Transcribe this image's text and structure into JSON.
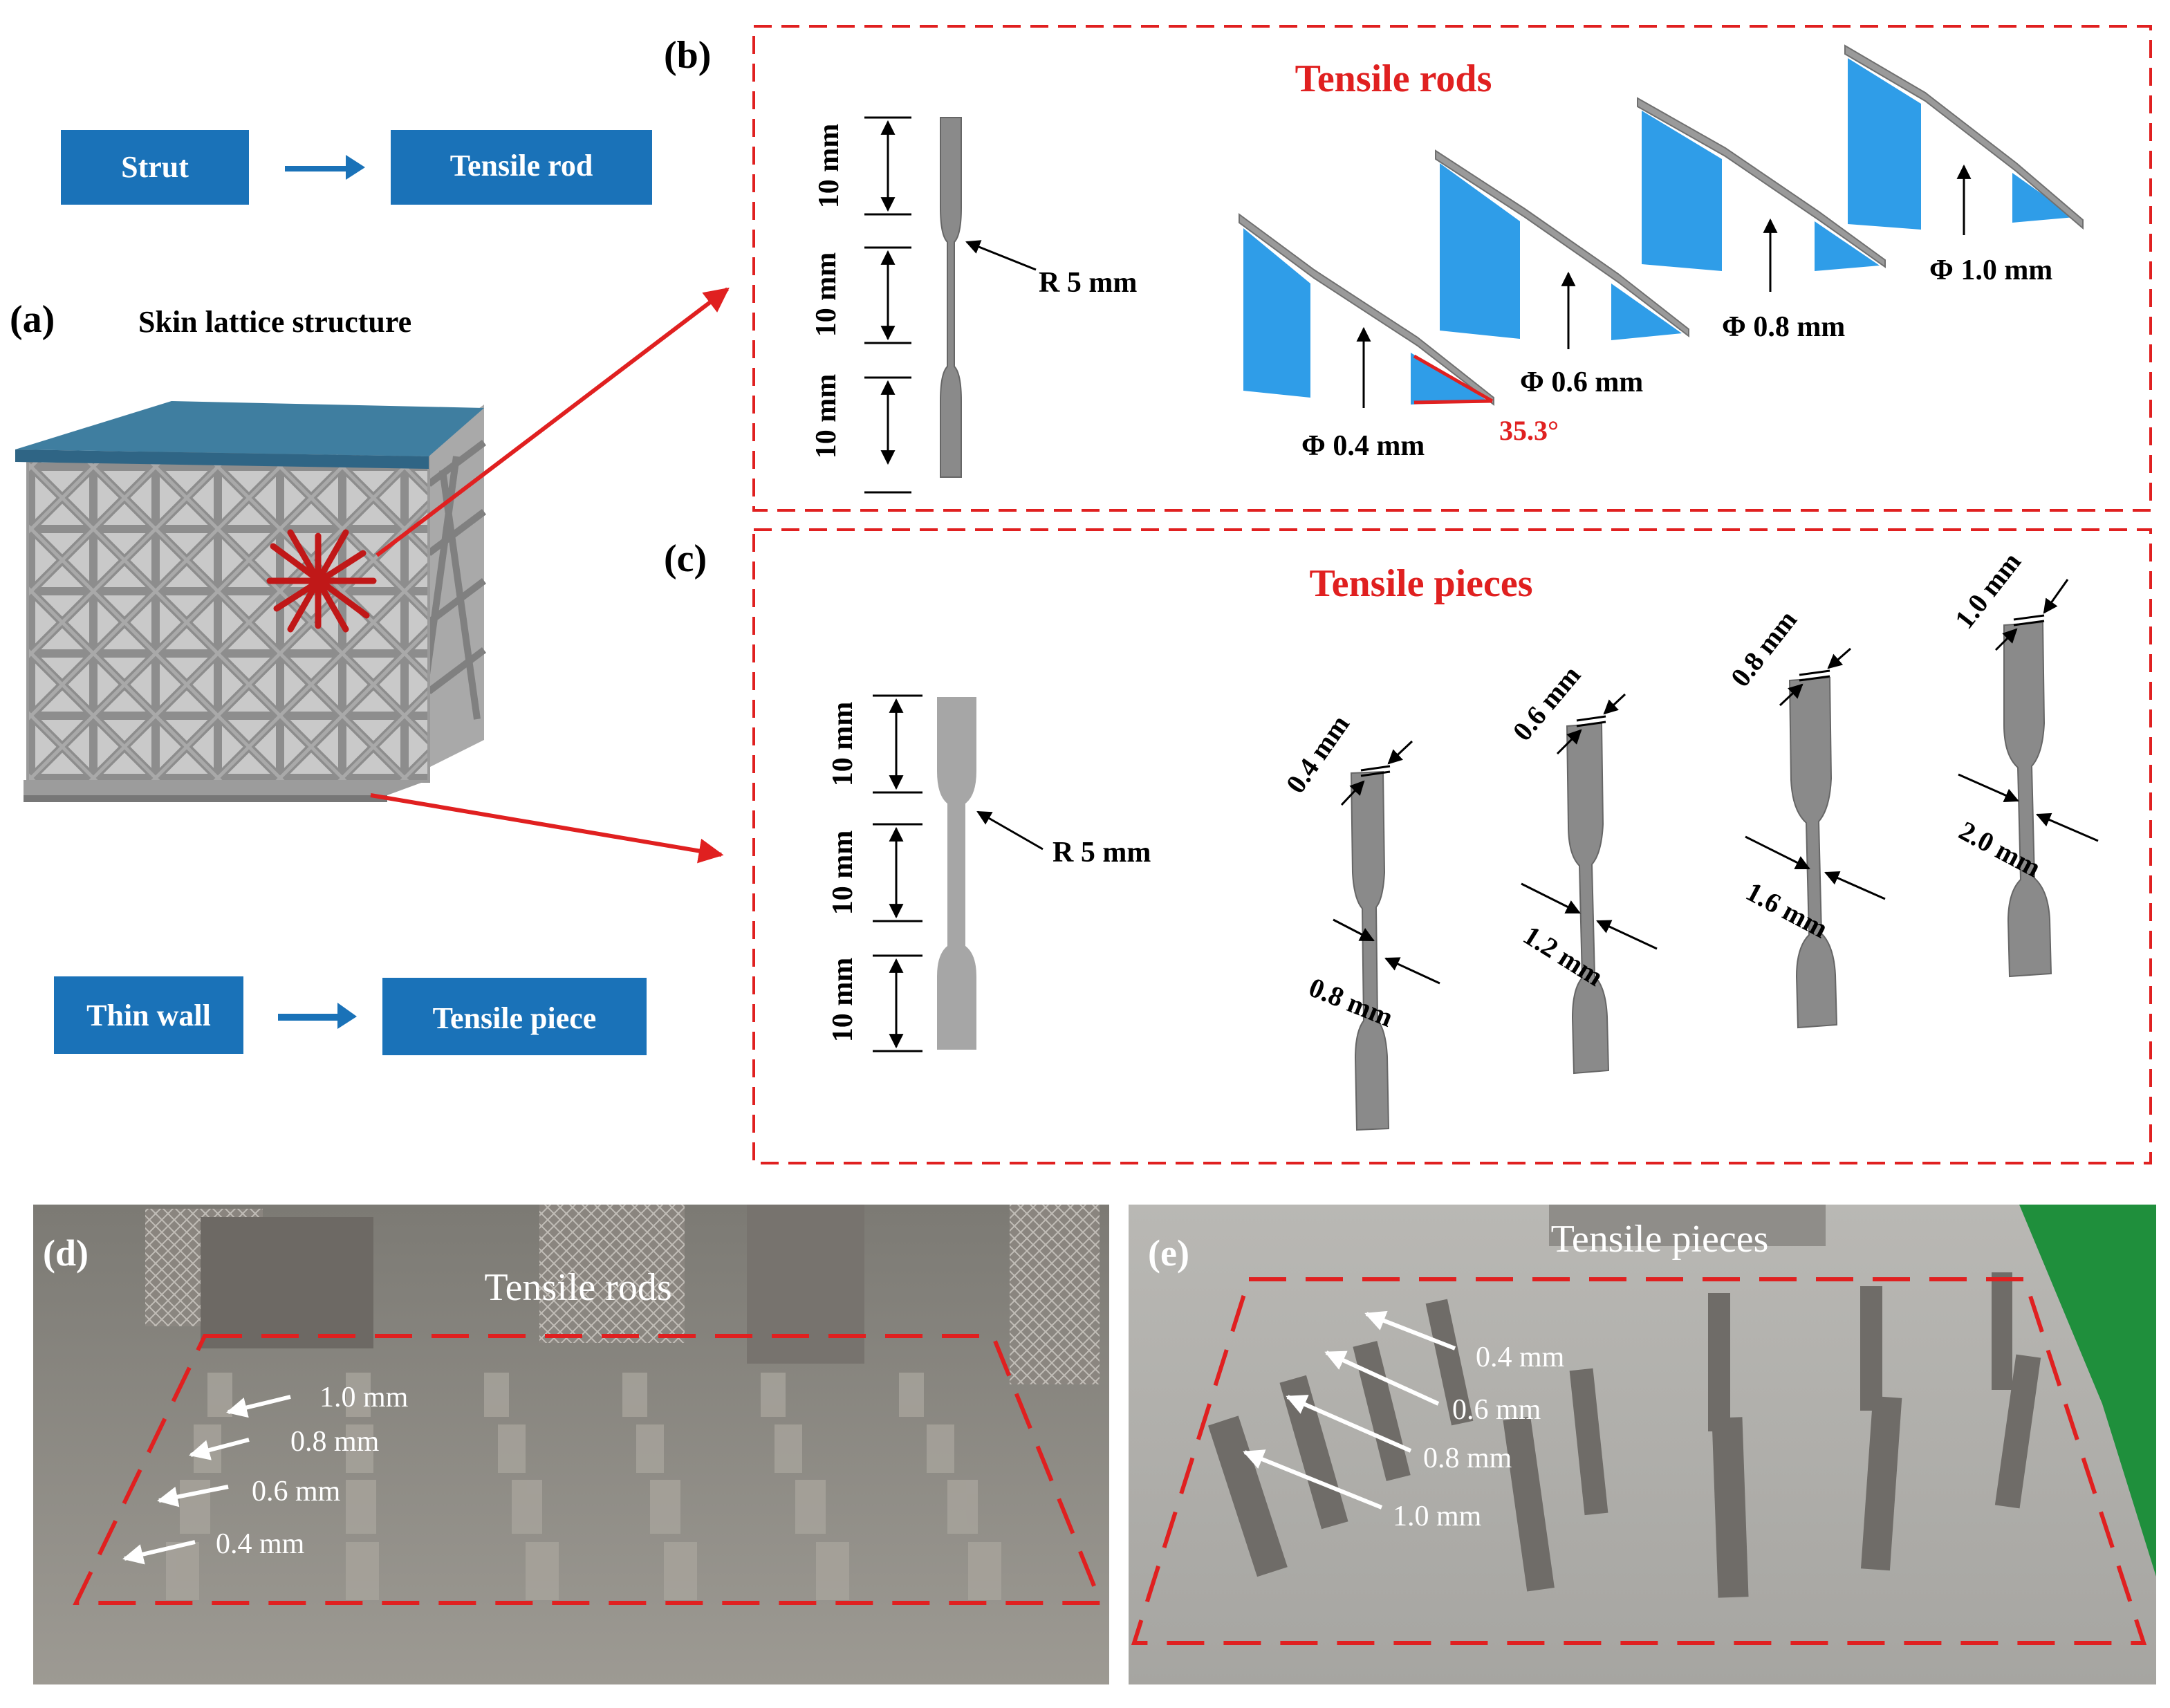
{
  "panel_a": {
    "tag": "(a)",
    "title": "Skin lattice structure",
    "flow_top": {
      "from": "Strut",
      "to": "Tensile rod"
    },
    "flow_bottom": {
      "from": "Thin wall",
      "to": "Tensile piece"
    }
  },
  "panel_b": {
    "tag": "(b)",
    "title": "Tensile rods",
    "dims": [
      "10 mm",
      "10 mm",
      "10 mm"
    ],
    "radius": "R 5 mm",
    "angle": "35.3°",
    "diameters": [
      "Φ  0.4 mm",
      "Φ  0.6 mm",
      "Φ  0.8 mm",
      "Φ  1.0 mm"
    ]
  },
  "panel_c": {
    "tag": "(c)",
    "title": "Tensile pieces",
    "dims": [
      "10 mm",
      "10 mm",
      "10 mm"
    ],
    "radius": "R 5 mm",
    "thickness": [
      "0.4 mm",
      "0.6 mm",
      "0.8 mm",
      "1.0 mm"
    ],
    "width": [
      "0.8 mm",
      "1.2 mm",
      "1.6 mm",
      "2.0 mm"
    ]
  },
  "panel_d": {
    "tag": "(d)",
    "title": "Tensile rods",
    "labels": [
      "1.0 mm",
      "0.8 mm",
      "0.6 mm",
      "0.4 mm"
    ]
  },
  "panel_e": {
    "tag": "(e)",
    "title": "Tensile  pieces",
    "labels": [
      "0.4 mm",
      "0.6 mm",
      "0.8 mm",
      "1.0 mm"
    ]
  },
  "colors": {
    "accent_blue": "#1a72b8",
    "red": "#e02020",
    "part_blue": "#2f9de8",
    "grey": "#8a8a8a"
  }
}
